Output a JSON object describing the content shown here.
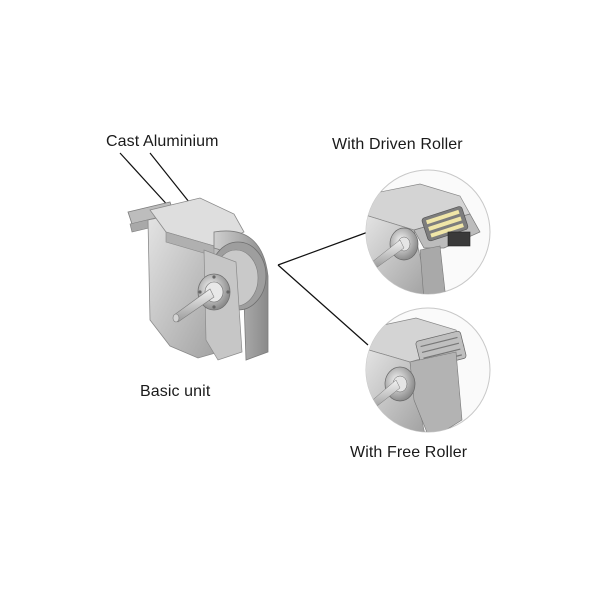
{
  "labels": {
    "cast_aluminium": "Cast Aluminium",
    "basic_unit": "Basic unit",
    "with_driven_roller": "With Driven Roller",
    "with_free_roller": "With Free Roller"
  },
  "colors": {
    "background": "#ffffff",
    "text": "#1a1a1a",
    "callout_line": "#111111",
    "metal_light": "#d9d9d9",
    "metal_mid": "#b5b5b5",
    "metal_dark": "#7d7d7d",
    "circle_border": "#c8c8c8",
    "roller_accent": "#f0e6a8"
  },
  "illustrations": {
    "basic_unit": "gearmotor-drive-unit",
    "driven_roller_detail": "driven-roller-detail",
    "free_roller_detail": "free-roller-detail"
  }
}
